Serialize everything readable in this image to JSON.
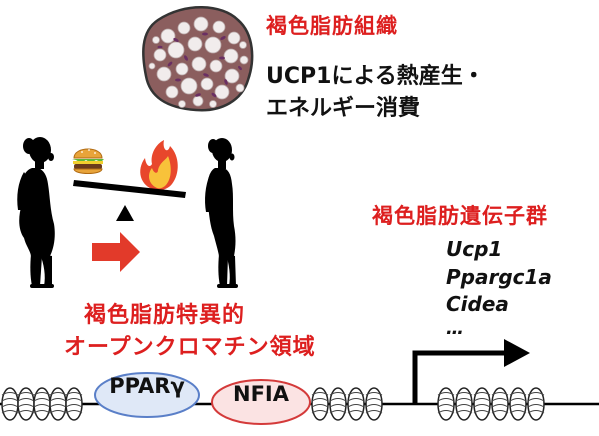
{
  "tissue": {
    "title": "褐色脂肪組織",
    "line2": "UCP1による熱産生・",
    "line3": "エネルギー消費"
  },
  "genes": {
    "title": "褐色脂肪遺伝子群",
    "items": [
      "Ucp1",
      "Ppargc1a",
      "Cidea",
      "…"
    ]
  },
  "region": {
    "line1": "褐色脂肪特異的",
    "line2": "オープンクロマチン領域"
  },
  "factors": {
    "pparg": "PPARγ",
    "nfia": "NFIA"
  },
  "colors": {
    "accent_red": "#dd1f1f",
    "pparg_fill": "#dfe8f7",
    "pparg_stroke": "#5a7fc8",
    "nfia_fill": "#fbe3e3",
    "nfia_stroke": "#d43a3a",
    "tissue_fill": "#8b5e5e",
    "fat_droplet": "#f1ecec",
    "mito": "#6a2f63"
  },
  "icons": [
    "brown-fat-tissue-icon",
    "hamburger-icon",
    "flame-icon",
    "seesaw-icon",
    "arrow-right-icon",
    "silhouette-icon",
    "transcription-arrow-icon",
    "nucleosome-icon"
  ]
}
